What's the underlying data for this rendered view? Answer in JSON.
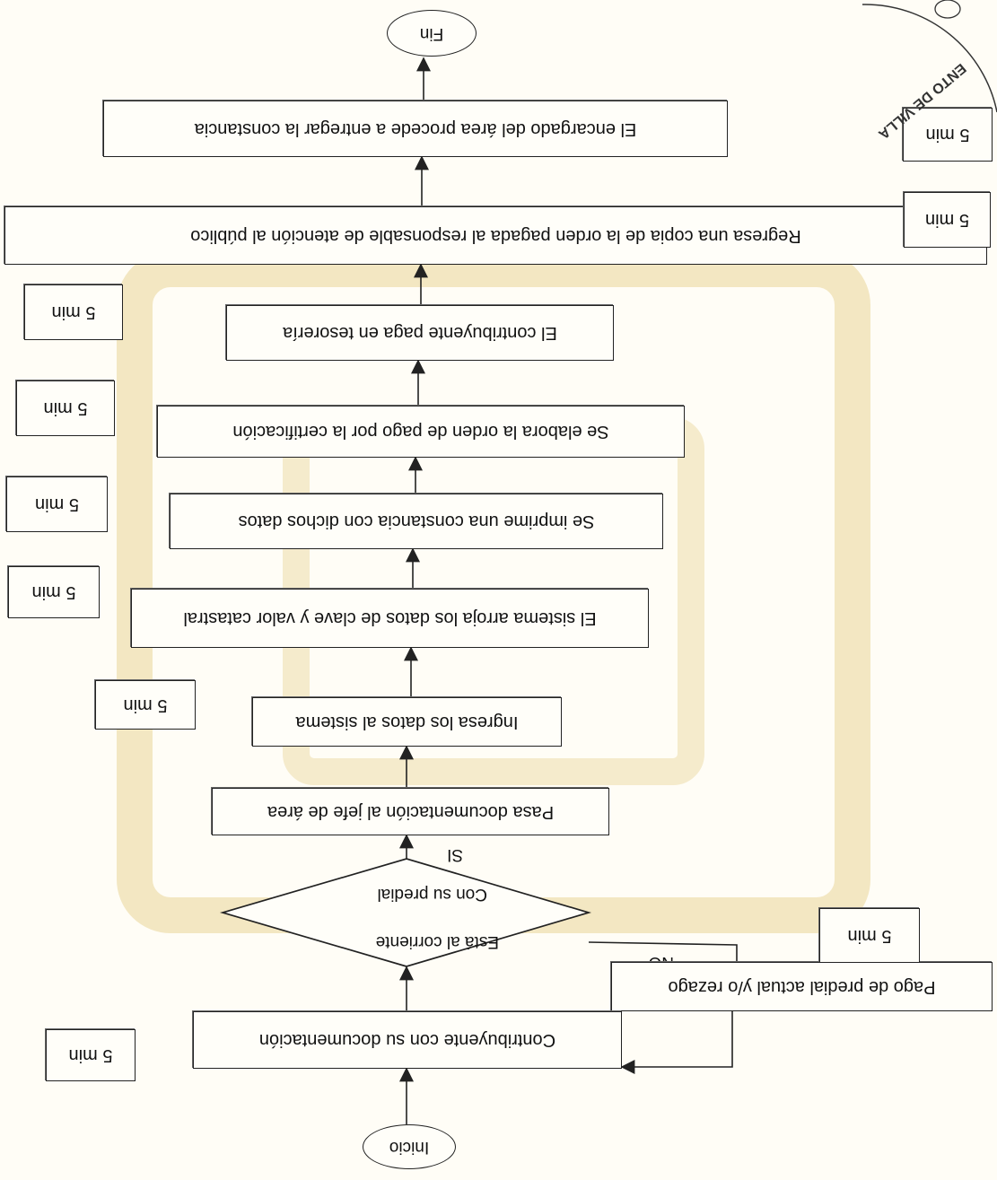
{
  "diagram": {
    "start": "Inicio",
    "end": "Fin",
    "decision": {
      "line1": "Está al corriente",
      "line2": "Con su predial",
      "yes": "SI",
      "no": "NO"
    },
    "side_step": "Pago de predial actual y/o rezago",
    "steps": [
      "Contribuyente con su documentación",
      "Pasa documentación al jefe de área",
      "Ingresa los datos al sistema",
      "El sistema arroja los datos de clave y valor catastral",
      "Se imprime una constancia con dichos datos",
      "Se elabora la orden de pago por la certificación",
      "El contribuyente paga en tesorería",
      "Regresa una copia de la orden pagada al responsable de atención al público",
      "El encargado del área procede a entregar la constancia"
    ],
    "times": {
      "t_start": "5 min",
      "t_side": "5 min",
      "t_ingresa": "5 min",
      "t_sistema": "5 min",
      "t_imprime": "5 min",
      "t_orden": "5 min",
      "t_paga": "5 min",
      "t_regresa": "5 min",
      "t_entrega": "5 min"
    }
  },
  "stamp": {
    "text": "ENTO DE VILLA"
  },
  "colors": {
    "line": "#222222",
    "watermark": "#f3e7c2",
    "page": "#fffdf6"
  }
}
